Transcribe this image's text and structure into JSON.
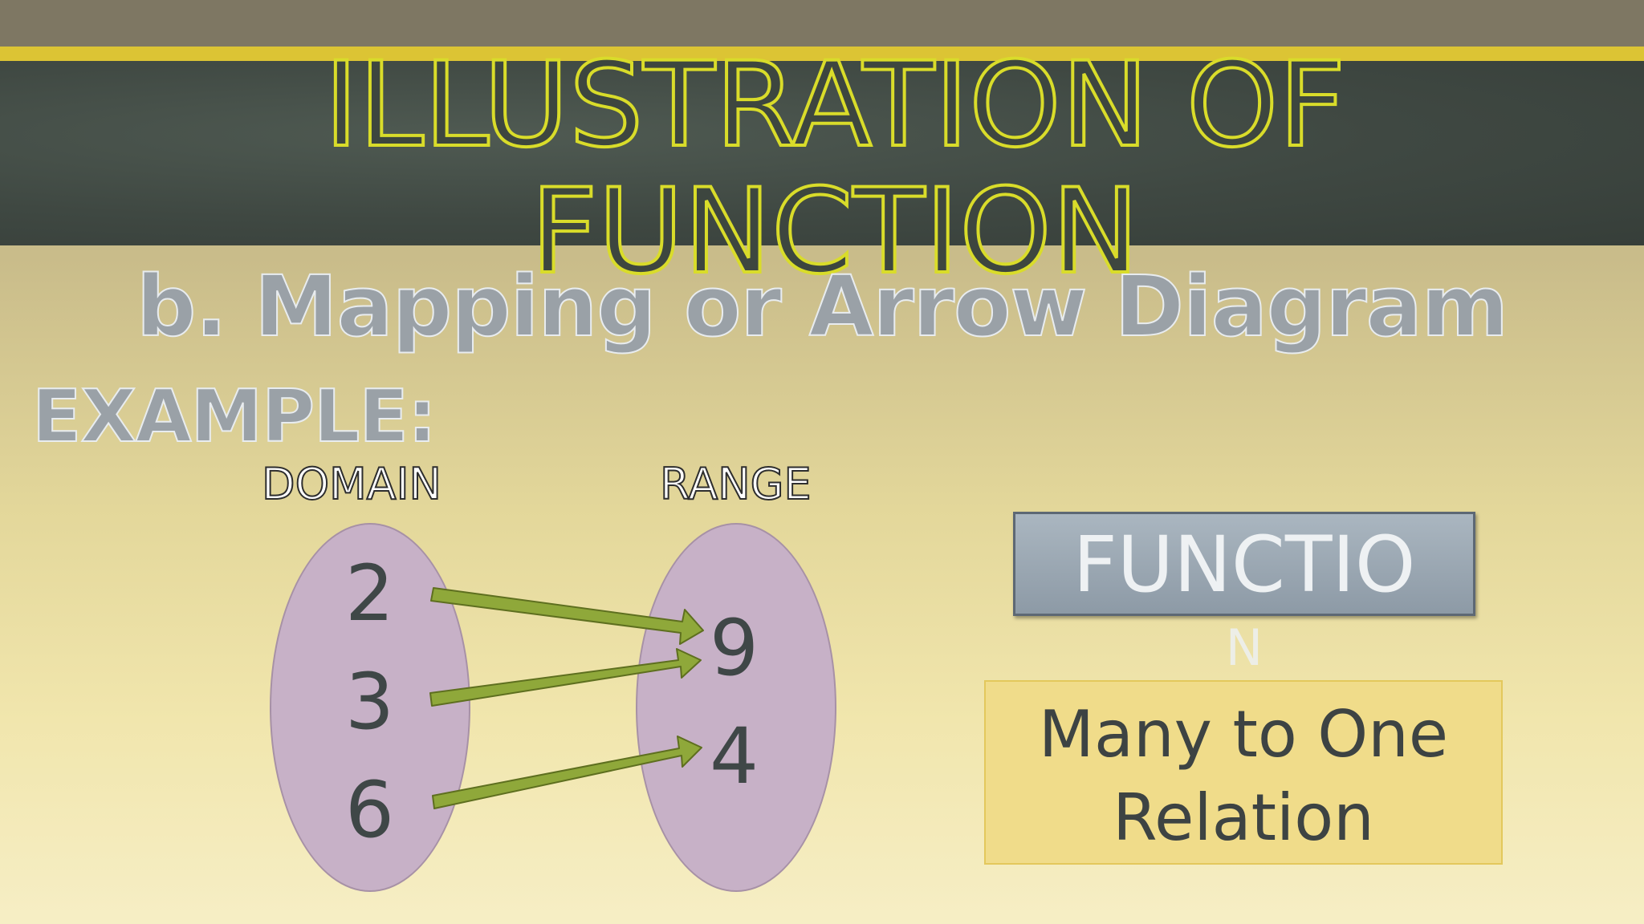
{
  "slide": {
    "title": "ILLUSTRATION OF FUNCTION",
    "subtitle": "b. Mapping or Arrow Diagram",
    "example_label": "EXAMPLE:"
  },
  "diagram": {
    "domain_label": "DOMAIN",
    "range_label": "RANGE",
    "domain_values": [
      "2",
      "3",
      "6"
    ],
    "range_values": [
      "9",
      "4"
    ],
    "mappings": [
      {
        "from": "2",
        "to": "9"
      },
      {
        "from": "3",
        "to": "9"
      },
      {
        "from": "6",
        "to": "4"
      }
    ],
    "oval_color": "#c7b1c7",
    "arrow_color": "#8fa83a"
  },
  "result": {
    "function_label": "FUNCTIO",
    "function_label_overflow": "N",
    "relation_text": "Many to One Relation"
  }
}
